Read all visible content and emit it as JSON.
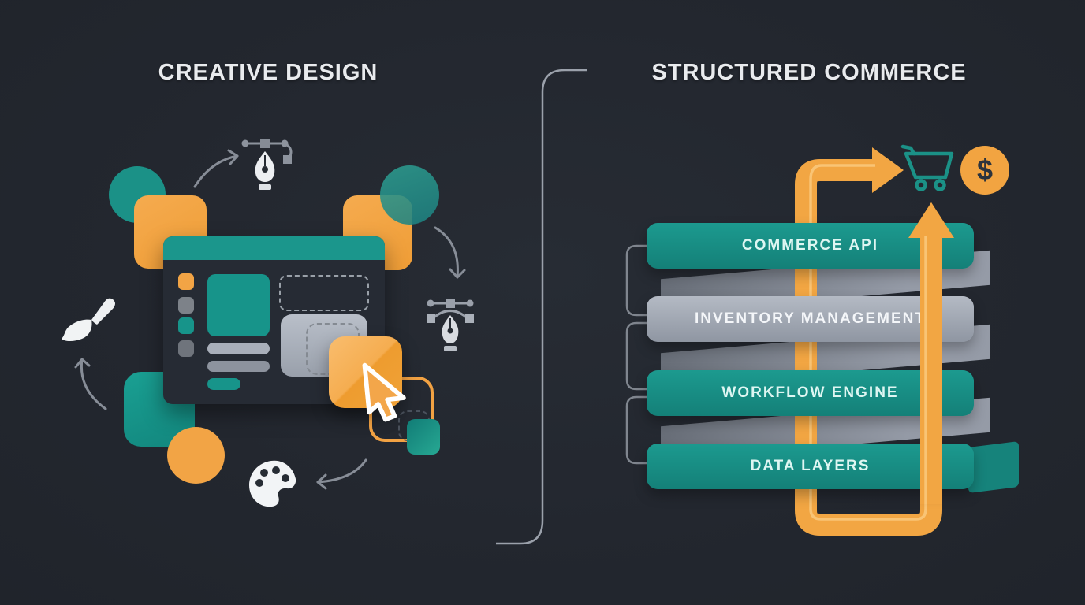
{
  "header": {
    "left_title": "CREATIVE DESIGN",
    "right_title": "STRUCTURED COMMERCE"
  },
  "commerce": {
    "layers": [
      {
        "label": "COMMERCE API",
        "color": "#18948a"
      },
      {
        "label": "INVENTORY MANAGEMENT",
        "color": "#a0a6b1"
      },
      {
        "label": "WORKFLOW ENGINE",
        "color": "#18948a"
      },
      {
        "label": "DATA LAYERS",
        "color": "#18948a"
      }
    ],
    "coin_symbol": "$"
  },
  "icons": {
    "left": [
      "pen-tool-icon",
      "bezier-pen-icon",
      "paintbrush-icon",
      "palette-icon",
      "cursor-icon",
      "curved-arrow-icons"
    ],
    "right": [
      "shopping-cart-icon",
      "dollar-coin-icon",
      "process-loop-arrow"
    ]
  },
  "colors": {
    "background": "#23272f",
    "teal": "#1b9187",
    "orange": "#f2a643",
    "gray": "#9aa0ab",
    "title_text": "#e9ebee",
    "bar_text": "#def6f2"
  }
}
